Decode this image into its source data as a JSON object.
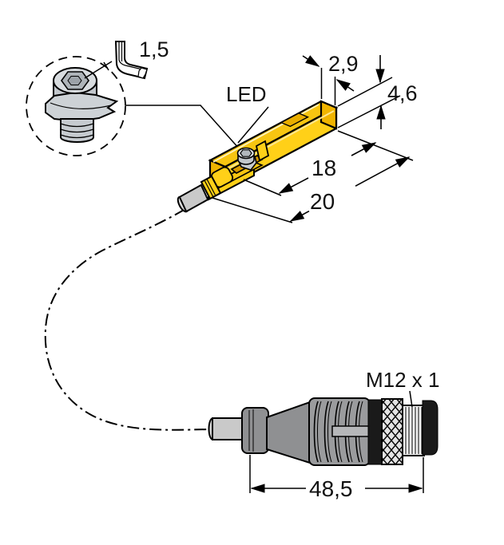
{
  "drawing": {
    "callout": {
      "hex_key_size": "1,5"
    },
    "sensor": {
      "led_label": "LED"
    },
    "dimensions": {
      "top_width": "2,9",
      "body_height": "4,6",
      "length_inner": "18",
      "length_total": "20",
      "connector_length": "48,5",
      "connector_thread": "M12 x 1"
    },
    "colors": {
      "housing_yellow": "#FFD018",
      "housing_top_yellow": "#F7C511",
      "housing_end_yellow": "#F0B400",
      "cable_gray": "#C9C9C9",
      "metal_gray": "#CDD2D6",
      "connector_gray": "#9A9B9D",
      "connector_black": "#1A1A1A",
      "line_black": "#000000",
      "background_white": "#FFFFFF"
    }
  }
}
